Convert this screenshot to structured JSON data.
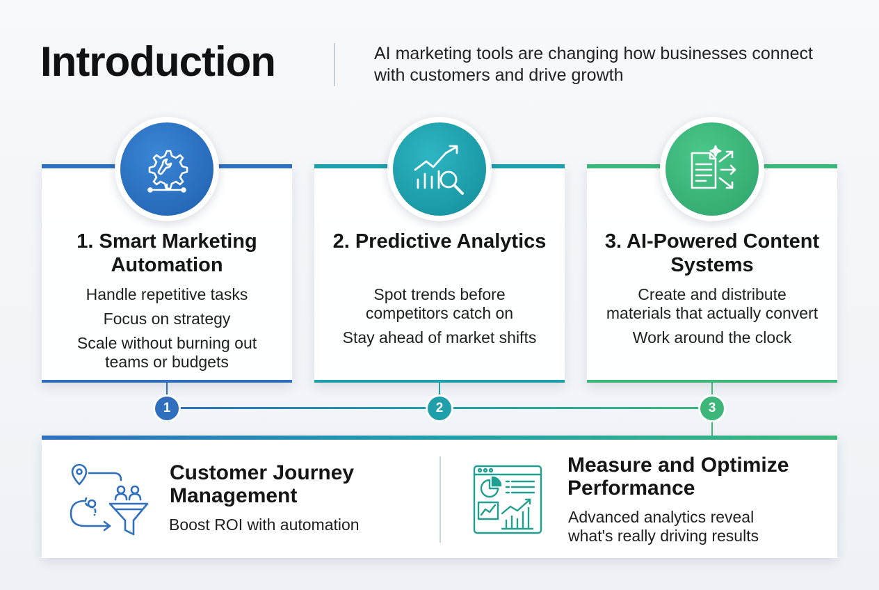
{
  "header": {
    "title": "Introduction",
    "subtitle": "AI marketing tools are changing how businesses connect with customers and drive growth"
  },
  "cards": [
    {
      "title": "1. Smart Marketing Automation",
      "icon": "gear-wrench-icon",
      "color": "#2f6fbd",
      "points": [
        "Handle repetitive tasks",
        "Focus on strategy",
        "Scale without burning out teams or budgets"
      ]
    },
    {
      "title": "2. Predictive Analytics",
      "icon": "chart-magnifier-icon",
      "color": "#1f9faa",
      "points": [
        "Spot trends before competitors catch on",
        "Stay ahead of market shifts"
      ]
    },
    {
      "title": "3. AI-Powered Content Systems",
      "icon": "document-arrows-icon",
      "color": "#3cb779",
      "points": [
        "Create and distribute materials that actually convert",
        "Work around the clock"
      ]
    }
  ],
  "timeline": {
    "steps": [
      "1",
      "2",
      "3"
    ]
  },
  "bottom": {
    "left": {
      "title": "Customer Journey Management",
      "body": "Boost ROI with automation",
      "icon": "customer-journey-funnel-icon"
    },
    "right": {
      "title": "Measure and Optimize Performance",
      "body": "Advanced analytics reveal what's really driving results",
      "icon": "analytics-dashboard-icon"
    }
  }
}
